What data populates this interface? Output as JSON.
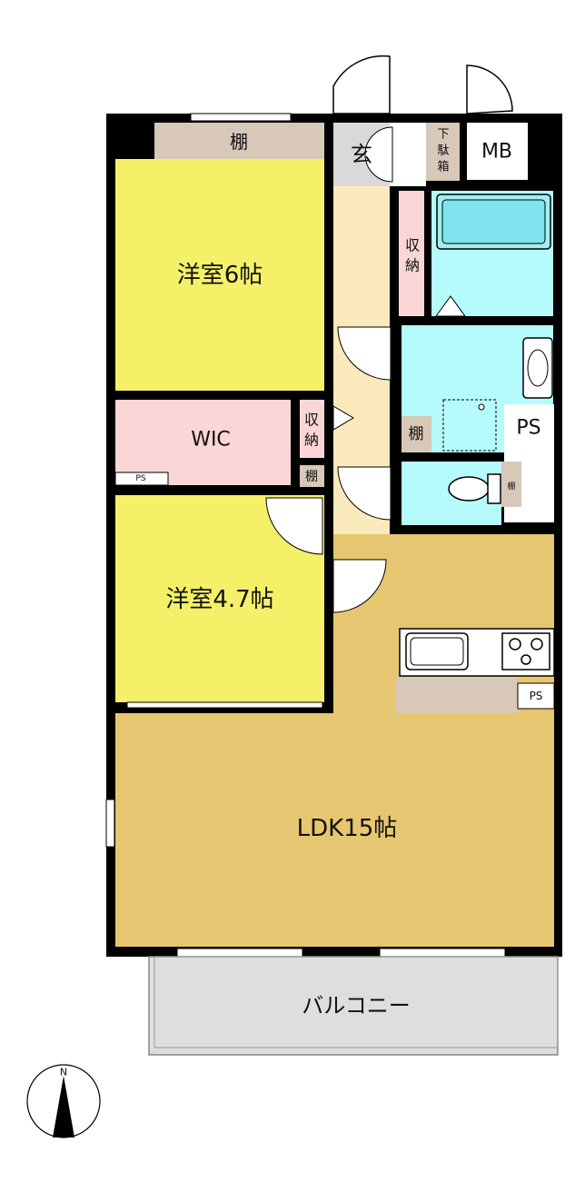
{
  "rooms": {
    "bedroom1": "洋室6帖",
    "bedroom2": "洋室4.7帖",
    "wic": "WIC",
    "ldk": "LDK15帖",
    "balcony": "バルコニー",
    "entrance": "玄"
  },
  "labels": {
    "shelf": "棚",
    "storage_top": "収",
    "storage_bottom": "納",
    "shoe_1": "下",
    "shoe_2": "駄",
    "shoe_3": "箱",
    "mb": "MB",
    "ps": "PS"
  },
  "compass": {
    "north": "N"
  },
  "colors": {
    "wall": "#000000",
    "bedroom": "#f4f169",
    "wic": "#fbd6d6",
    "ldk": "#e6c670",
    "hall": "#faeabb",
    "wet": "#b6fbfb",
    "balcony": "#dedede",
    "shelf": "#d8c8b8",
    "entrance": "#d9d9d9"
  }
}
